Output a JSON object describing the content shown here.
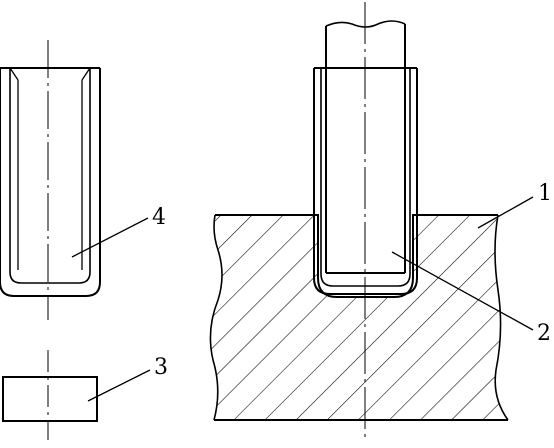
{
  "figure": {
    "callouts": [
      {
        "id": "1",
        "label": "1"
      },
      {
        "id": "2",
        "label": "2"
      },
      {
        "id": "3",
        "label": "3"
      },
      {
        "id": "4",
        "label": "4"
      }
    ]
  },
  "colors": {
    "stroke": "#000000",
    "background": "#ffffff"
  }
}
